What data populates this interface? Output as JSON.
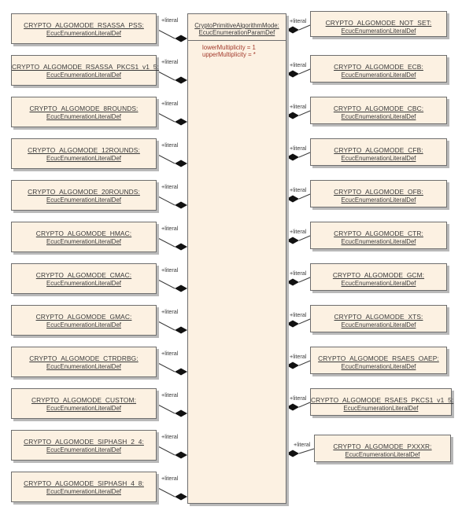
{
  "center": {
    "name": "CryptoPrimitiveAlgorithmMode:",
    "type": "EcucEnumerationParamDef",
    "lower": "lowerMultiplicity = 1",
    "upper": "upperMultiplicity = *"
  },
  "literal_label": "+literal",
  "left_items": [
    {
      "name": "CRYPTO_ALGOMODE_RSASSA_PSS:",
      "type": "EcucEnumerationLiteralDef"
    },
    {
      "name": "CRYPTO_ALGOMODE_RSASSA_PKCS1_v1_5:",
      "type": "EcucEnumerationLiteralDef"
    },
    {
      "name": "CRYPTO_ALGOMODE_8ROUNDS:",
      "type": "EcucEnumerationLiteralDef"
    },
    {
      "name": "CRYPTO_ALGOMODE_12ROUNDS:",
      "type": "EcucEnumerationLiteralDef"
    },
    {
      "name": "CRYPTO_ALGOMODE_20ROUNDS:",
      "type": "EcucEnumerationLiteralDef"
    },
    {
      "name": "CRYPTO_ALGOMODE_HMAC:",
      "type": "EcucEnumerationLiteralDef"
    },
    {
      "name": "CRYPTO_ALGOMODE_CMAC:",
      "type": "EcucEnumerationLiteralDef"
    },
    {
      "name": "CRYPTO_ALGOMODE_GMAC:",
      "type": "EcucEnumerationLiteralDef"
    },
    {
      "name": "CRYPTO_ALGOMODE_CTRDRBG:",
      "type": "EcucEnumerationLiteralDef"
    },
    {
      "name": "CRYPTO_ALGOMODE_CUSTOM:",
      "type": "EcucEnumerationLiteralDef"
    },
    {
      "name": "CRYPTO_ALGOMODE_SIPHASH_2_4:",
      "type": "EcucEnumerationLiteralDef"
    },
    {
      "name": "CRYPTO_ALGOMODE_SIPHASH_4_8:",
      "type": "EcucEnumerationLiteralDef"
    }
  ],
  "right_items": [
    {
      "name": "CRYPTO_ALGOMODE_NOT_SET:",
      "type": "EcucEnumerationLiteralDef"
    },
    {
      "name": "CRYPTO_ALGOMODE_ECB:",
      "type": "EcucEnumerationLiteralDef"
    },
    {
      "name": "CRYPTO_ALGOMODE_CBC:",
      "type": "EcucEnumerationLiteralDef"
    },
    {
      "name": "CRYPTO_ALGOMODE_CFB:",
      "type": "EcucEnumerationLiteralDef"
    },
    {
      "name": "CRYPTO_ALGOMODE_OFB:",
      "type": "EcucEnumerationLiteralDef"
    },
    {
      "name": "CRYPTO_ALGOMODE_CTR:",
      "type": "EcucEnumerationLiteralDef"
    },
    {
      "name": "CRYPTO_ALGOMODE_GCM:",
      "type": "EcucEnumerationLiteralDef"
    },
    {
      "name": "CRYPTO_ALGOMODE_XTS:",
      "type": "EcucEnumerationLiteralDef"
    },
    {
      "name": "CRYPTO_ALGOMODE_RSAES_OAEP:",
      "type": "EcucEnumerationLiteralDef"
    },
    {
      "name": "CRYPTO_ALGOMODE_RSAES_PKCS1_v1_5:",
      "type": "EcucEnumerationLiteralDef"
    },
    {
      "name": "CRYPTO_ALGOMODE_PXXXR:",
      "type": "EcucEnumerationLiteralDef"
    }
  ]
}
